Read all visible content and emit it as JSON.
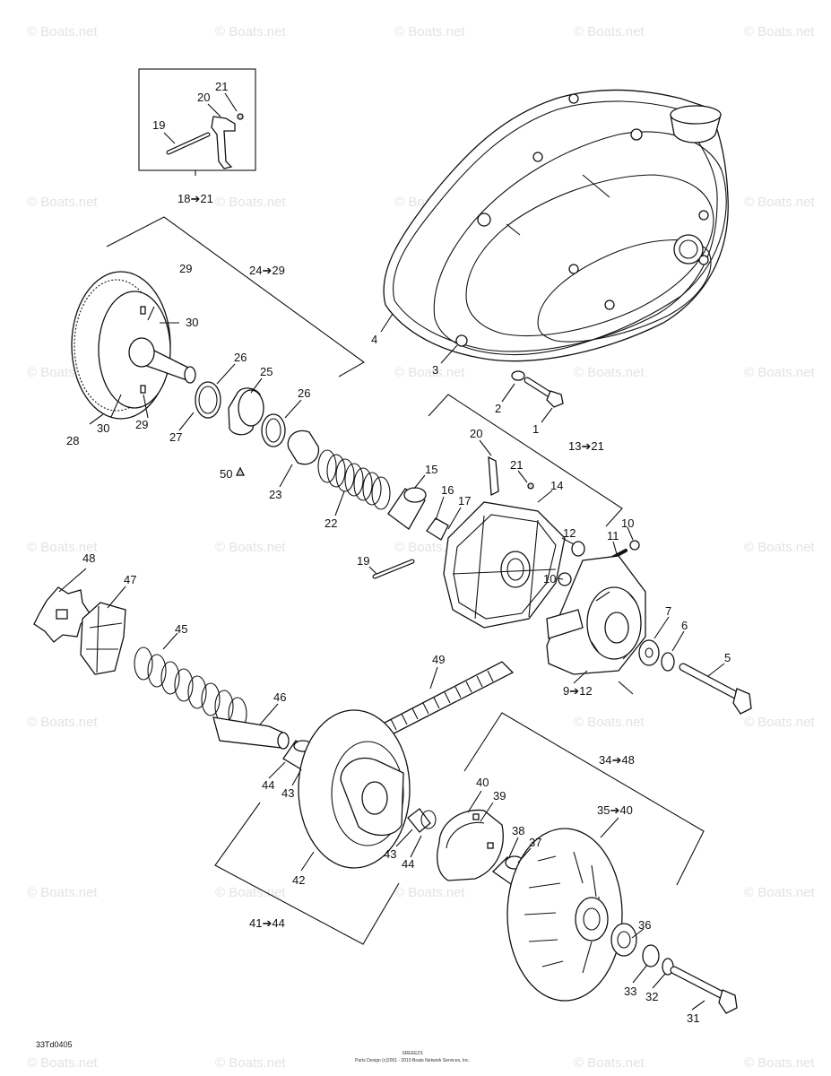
{
  "watermark": "© Boats.net",
  "drawing_code": "33Td0405",
  "footer": {
    "line1": "SREEEZS",
    "line2": "Parts Design (c)2001 - 2019 Boats Network Services, Inc."
  },
  "callouts": {
    "c1": "1",
    "c2": "2",
    "c3": "3",
    "c4": "4",
    "c5": "5",
    "c6": "6",
    "c7": "7",
    "c9_12": "9➔12",
    "c10a": "10",
    "c10b": "10",
    "c11": "11",
    "c12": "12",
    "c13_21": "13➔21",
    "c14": "14",
    "c15": "15",
    "c16": "16",
    "c17": "17",
    "c18_21": "18➔21",
    "c19a": "19",
    "c19b": "19",
    "c20a": "20",
    "c20b": "20",
    "c21a": "21",
    "c21b": "21",
    "c22": "22",
    "c23": "23",
    "c24_29": "24➔29",
    "c25": "25",
    "c26a": "26",
    "c26b": "26",
    "c27": "27",
    "c28": "28",
    "c29a": "29",
    "c29b": "29",
    "c30a": "30",
    "c30b": "30",
    "c50": "50",
    "c31": "31",
    "c32": "32",
    "c33": "33",
    "c34_48": "34➔48",
    "c35_40": "35➔40",
    "c36": "36",
    "c37": "37",
    "c38": "38",
    "c39": "39",
    "c40": "40",
    "c41_44": "41➔44",
    "c42": "42",
    "c43a": "43",
    "c43b": "43",
    "c44a": "44",
    "c44b": "44",
    "c45": "45",
    "c46": "46",
    "c47": "47",
    "c48": "48",
    "c49": "49"
  }
}
